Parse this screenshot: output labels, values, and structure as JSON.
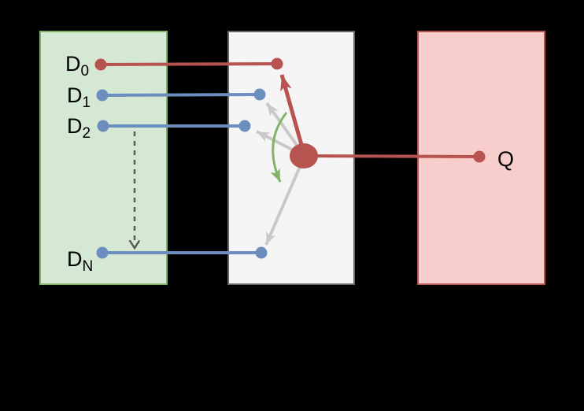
{
  "labels": {
    "d0": {
      "base": "D",
      "sub": "0"
    },
    "d1": {
      "base": "D",
      "sub": "1"
    },
    "d2": {
      "base": "D",
      "sub": "2"
    },
    "dn": {
      "base": "D",
      "sub": "N"
    },
    "q": "Q"
  },
  "colors": {
    "background": "#000000",
    "input-box-fill": "#d5e8d4",
    "input-box-stroke": "#82b366",
    "switch-box-fill": "#f5f5f5",
    "switch-box-stroke": "#666666",
    "output-box-fill": "#f8cecc",
    "output-box-stroke": "#b85450",
    "red-accent": "#b85450",
    "blue-accent": "#6c8ebf",
    "gray-arrow": "#c9c9c9",
    "green-arrow": "#82b366",
    "dashed-arrow": "#595959",
    "label-text": "#000000"
  }
}
